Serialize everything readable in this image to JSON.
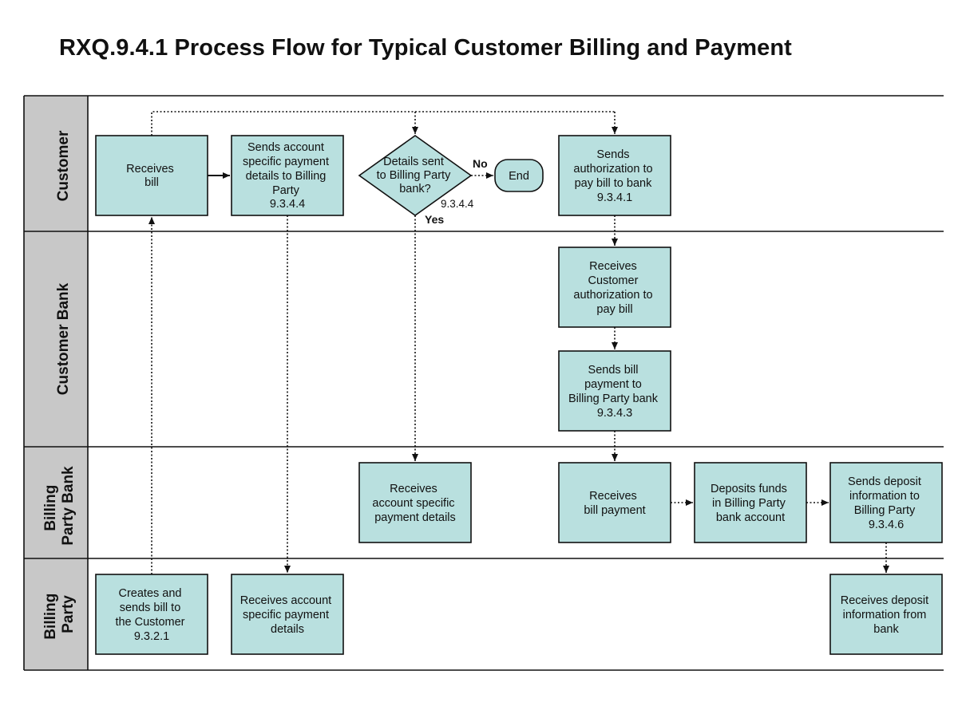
{
  "title": "RXQ.9.4.1 Process Flow for Typical Customer Billing and Payment",
  "lanes": [
    {
      "name": "Customer",
      "lines": [
        "Customer"
      ]
    },
    {
      "name": "Customer Bank",
      "lines": [
        "Customer Bank"
      ]
    },
    {
      "name": "Billing Party Bank",
      "lines": [
        "Billing",
        "Party Bank"
      ]
    },
    {
      "name": "Billing Party",
      "lines": [
        "Billing",
        "Party"
      ]
    }
  ],
  "nodes": {
    "receives_bill": {
      "lines": [
        "Receives",
        "bill"
      ]
    },
    "sends_account_details": {
      "lines": [
        "Sends account",
        "specific payment",
        "details to Billing",
        "Party",
        "9.3.4.4"
      ]
    },
    "decision_details_sent": {
      "lines": [
        "Details sent",
        "to Billing Party",
        "bank?"
      ]
    },
    "end": {
      "lines": [
        "End"
      ]
    },
    "sends_authorization": {
      "lines": [
        "Sends",
        "authorization to",
        "pay bill to bank",
        "9.3.4.1"
      ]
    },
    "receives_customer_authorization": {
      "lines": [
        "Receives",
        "Customer",
        "authorization to",
        "pay bill"
      ]
    },
    "sends_bill_payment": {
      "lines": [
        "Sends bill",
        "payment to",
        "Billing Party bank",
        "9.3.4.3"
      ]
    },
    "bpb_receives_account_details": {
      "lines": [
        "Receives",
        "account specific",
        "payment details"
      ]
    },
    "receives_bill_payment": {
      "lines": [
        "Receives",
        "bill payment"
      ]
    },
    "deposits_funds": {
      "lines": [
        "Deposits funds",
        "in Billing Party",
        "bank account"
      ]
    },
    "sends_deposit_info": {
      "lines": [
        "Sends deposit",
        "information to",
        "Billing Party",
        "9.3.4.6"
      ]
    },
    "creates_and_sends_bill": {
      "lines": [
        "Creates and",
        "sends bill to",
        "the Customer",
        "9.3.2.1"
      ]
    },
    "bp_receives_account_details": {
      "lines": [
        "Receives account",
        "specific payment",
        "details"
      ]
    },
    "receives_deposit_info": {
      "lines": [
        "Receives deposit",
        "information from",
        "bank"
      ]
    }
  },
  "labels": {
    "no": "No",
    "yes": "Yes",
    "decision_ref": "9.3.4.4"
  }
}
